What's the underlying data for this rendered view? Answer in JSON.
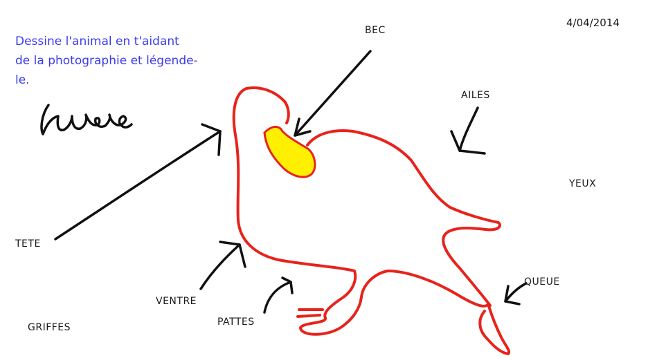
{
  "instruction": {
    "line1": "Dessine l'animal en t'aidant",
    "line2": "de la photographie et légende-",
    "line3": "le."
  },
  "signature": "lucie",
  "date": "4/04/2014",
  "labels": {
    "bec": "BEC",
    "ailes": "AILES",
    "yeux": "YEUX",
    "tete": "TETE",
    "ventre": "VENTRE",
    "pattes": "PATTES",
    "queue": "QUEUE",
    "griffes": "GRIFFES"
  },
  "colors": {
    "outline": "#e8231c",
    "beak": "#ffef00",
    "arrows": "#111111",
    "instruction_text": "#3b3bf0"
  }
}
